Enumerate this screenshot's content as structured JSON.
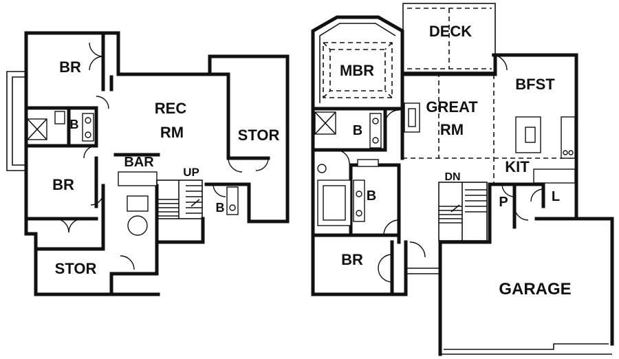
{
  "lower_level": {
    "rooms": {
      "br_top": "BR",
      "bath_b": "B",
      "rec_rm_line1": "REC",
      "rec_rm_line2": "RM",
      "stor_right": "STOR",
      "bar": "BAR",
      "up": "UP",
      "br_bottom": "BR",
      "bath_b2": "B",
      "stor_bottom": "STOR"
    }
  },
  "main_level": {
    "rooms": {
      "deck": "DECK",
      "mbr": "MBR",
      "bfst": "BFST",
      "great_rm_line1": "GREAT",
      "great_rm_line2": "RM",
      "bath_b_upper": "B",
      "bath_b_lower": "B",
      "kit": "KIT",
      "dn": "DN",
      "pantry": "P",
      "laundry": "L",
      "br": "BR",
      "garage": "GARAGE"
    }
  }
}
